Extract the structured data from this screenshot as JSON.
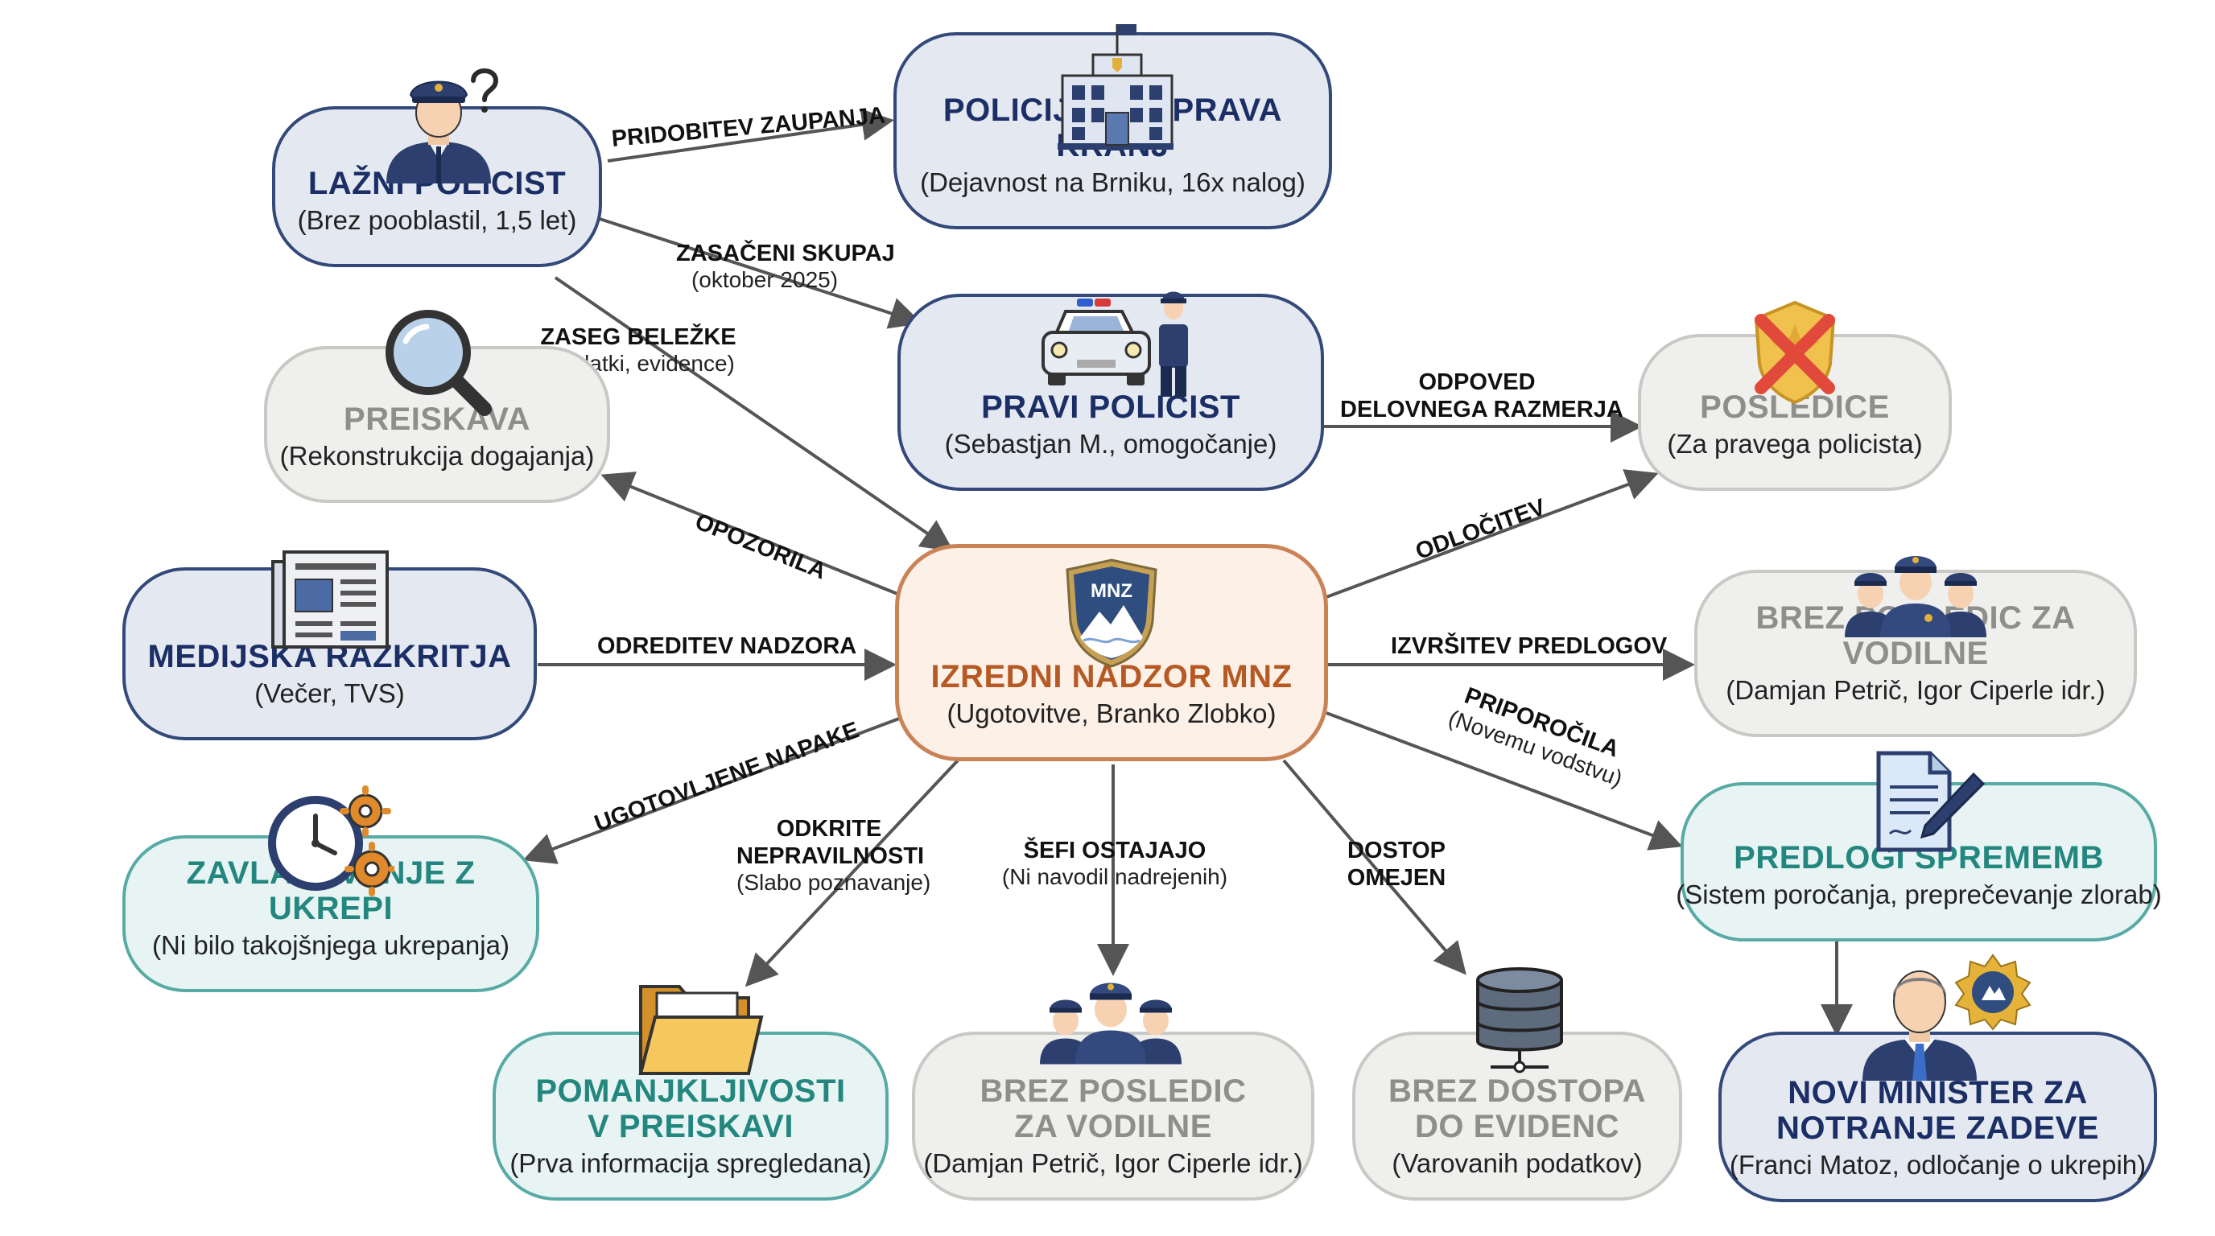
{
  "nodes": {
    "lazni": {
      "title": "LAŽNI POLICIST",
      "sub": "(Brez pooblastil, 1,5 let)"
    },
    "uprava": {
      "title": "POLICIJSKA UPRAVA KRANJ",
      "sub": "(Dejavnost na Brniku, 16x nalog)"
    },
    "pravi": {
      "title": "PRAVI POLICIST",
      "sub": "(Sebastjan M., omogočanje)"
    },
    "preiskava": {
      "title": "PREISKAVA",
      "sub": "(Rekonstrukcija dogajanja)"
    },
    "posledice": {
      "title": "POSLEDICE",
      "sub": "(Za pravega policista)"
    },
    "medijska": {
      "title": "MEDIJSKA RAZKRITJA",
      "sub": "(Večer, TVS)"
    },
    "nadzor": {
      "title": "IZREDNI NADZOR MNZ",
      "sub": "(Ugotovitve, Branko Zlobko)",
      "logo_text": "MNZ"
    },
    "vodilne_right": {
      "title": "BREZ POSLEDIC ZA VODILNE",
      "sub": "(Damjan Petrič, Igor Ciperle idr.)"
    },
    "zavlacevanje": {
      "title": "ZAVLAČEVANJE Z UKREPI",
      "sub": "(Ni bilo takojšnjega ukrepanja)"
    },
    "predlogi": {
      "title": "PREDLOGI SPREMEMB",
      "sub": "(Sistem poročanja, preprečevanje zlorab)"
    },
    "pomanjkljivosti": {
      "title_line1": "POMANJKLJIVOSTI",
      "title_line2": "V PREISKAVI",
      "sub": "(Prva informacija spregledana)"
    },
    "vodilne_bottom": {
      "title_line1": "BREZ POSLEDIC",
      "title_line2": "ZA VODILNE",
      "sub": "(Damjan Petrič, Igor Ciperle idr.)"
    },
    "dostop": {
      "title_line1": "BREZ DOSTOPA",
      "title_line2": "DO EVIDENC",
      "sub": "(Varovanih podatkov)"
    },
    "minister": {
      "title_line1": "NOVI MINISTER ZA",
      "title_line2": "NOTRANJE ZADEVE",
      "sub": "(Franci Matoz, odločanje o ukrepih)"
    }
  },
  "edges": {
    "pridobitev": {
      "bold": "PRIDOBITEV ZAUPANJA"
    },
    "zasaceni": {
      "bold": "ZASAČENI SKUPAJ",
      "sub": "(oktober 2025)"
    },
    "zaseg": {
      "bold": "ZASEG BELEŽKE",
      "sub": "(Podatki, evidence)"
    },
    "odpoved": {
      "bold_line1": "ODPOVED",
      "bold_line2": "DELOVNEGA RAZMERJA"
    },
    "opozorila": {
      "bold": "OPOZORILA"
    },
    "odlocitev": {
      "bold": "ODLOČITEV"
    },
    "odreditev": {
      "bold": "ODREDITEV NADZORA"
    },
    "izvrsitev": {
      "bold": "IZVRŠITEV PREDLOGOV"
    },
    "ugotovljene": {
      "bold": "UGOTOVLJENE NAPAKE"
    },
    "priporocila": {
      "bold": "PRIPOROČILA",
      "sub": "(Novemu vodstvu)"
    },
    "odkrite": {
      "bold_line1": "ODKRITE",
      "bold_line2": "NEPRAVILNOSTI",
      "sub": "(Slabo poznavanje)"
    },
    "sefi": {
      "bold": "ŠEFI OSTAJAJO",
      "sub": "(Ni navodil nadrejenih)"
    },
    "dostop_omejen": {
      "bold_line1": "DOSTOP",
      "bold_line2": "OMEJEN"
    }
  },
  "colors": {
    "navy_border": "#33497a",
    "navy_fill": "#e4e8f1",
    "gray_border": "#c8c8c4",
    "gray_fill": "#efefed",
    "teal_border": "#58aaa4",
    "teal_fill": "#e7f4f3",
    "orange_border": "#c98357",
    "orange_fill": "#fdf0e7",
    "arrow": "#555555"
  },
  "icons": [
    "police-officer-question-icon",
    "police-building-icon",
    "police-car-officer-icon",
    "magnifier-icon",
    "badge-crossed-icon",
    "newspaper-icon",
    "mnz-shield-logo-icon",
    "officers-group-icon",
    "clock-gears-icon",
    "document-pen-icon",
    "folder-icon",
    "database-icon",
    "minister-icon",
    "police-star-badge-icon"
  ]
}
